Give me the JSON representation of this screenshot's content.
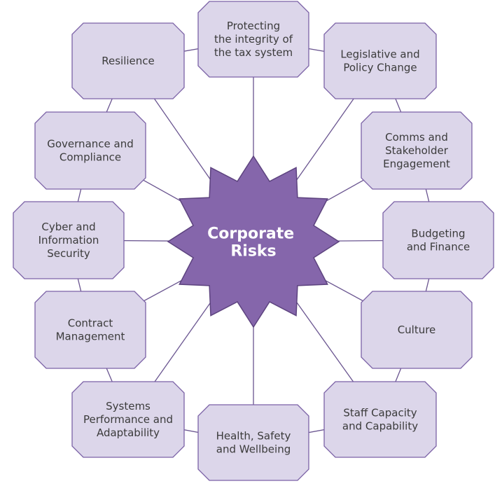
{
  "diagram": {
    "center": {
      "lines": [
        "Corporate",
        "Risks"
      ]
    },
    "risks": [
      {
        "id": "integrity",
        "lines": [
          "Protecting",
          "the integrity of",
          "the tax system"
        ]
      },
      {
        "id": "legislative",
        "lines": [
          "Legislative and",
          "Policy Change"
        ]
      },
      {
        "id": "comms",
        "lines": [
          "Comms and",
          "Stakeholder",
          "Engagement"
        ]
      },
      {
        "id": "budgeting",
        "lines": [
          "Budgeting",
          "and Finance"
        ]
      },
      {
        "id": "culture",
        "lines": [
          "Culture"
        ]
      },
      {
        "id": "staff",
        "lines": [
          "Staff Capacity",
          "and Capability"
        ]
      },
      {
        "id": "health",
        "lines": [
          "Health, Safety",
          "and Wellbeing"
        ]
      },
      {
        "id": "systems",
        "lines": [
          "Systems",
          "Performance and",
          "Adaptability"
        ]
      },
      {
        "id": "contract",
        "lines": [
          "Contract",
          "Management"
        ]
      },
      {
        "id": "cyber",
        "lines": [
          "Cyber and",
          "Information",
          "Security"
        ]
      },
      {
        "id": "governance",
        "lines": [
          "Governance and",
          "Compliance"
        ]
      },
      {
        "id": "resilience",
        "lines": [
          "Resilience"
        ]
      }
    ]
  },
  "colors": {
    "box_fill": "#dcd6ea",
    "box_stroke": "#7b62a6",
    "star_fill": "#8566ab",
    "star_stroke": "#5d437f",
    "line": "#6a5590",
    "text": "#3b3b3b",
    "hub_text": "#ffffff"
  }
}
